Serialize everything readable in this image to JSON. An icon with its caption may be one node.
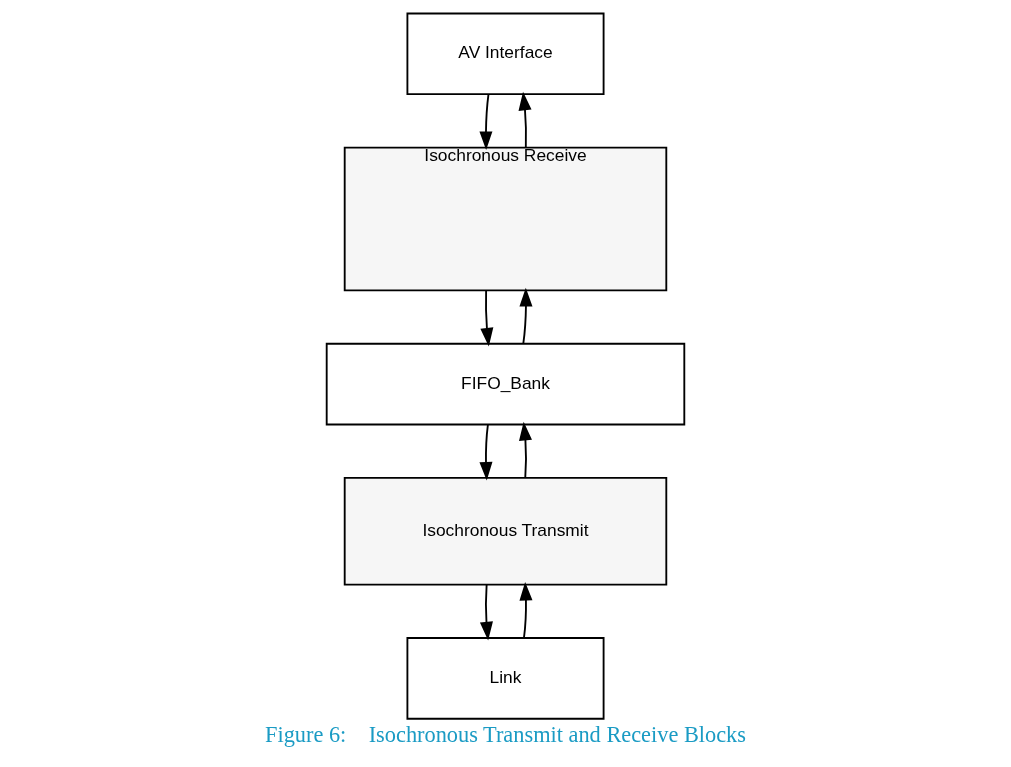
{
  "diagram": {
    "caption": "Figure 6:    Isochronous Transmit and Receive Blocks",
    "nodes": [
      {
        "text": [
          "AV Interface"
        ]
      },
      {
        "text": [
          "Isochronous Receive"
        ]
      },
      {
        "text": [
          "FIFO_Bank"
        ]
      },
      {
        "text": [
          "Isochronous Transmit"
        ]
      },
      {
        "text": [
          "Link"
        ]
      }
    ],
    "edges": [
      {
        "from": 0,
        "to": 1,
        "arrow": "to"
      },
      {
        "from": 1,
        "to": 0,
        "arrow": "to"
      },
      {
        "from": 1,
        "to": 2,
        "arrow": "to"
      },
      {
        "from": 2,
        "to": 1,
        "arrow": "to"
      },
      {
        "from": 2,
        "to": 3,
        "arrow": "to"
      },
      {
        "from": 3,
        "to": 2,
        "arrow": "to"
      },
      {
        "from": 3,
        "to": 4,
        "arrow": "to"
      },
      {
        "from": 4,
        "to": 3,
        "arrow": "to"
      }
    ]
  }
}
